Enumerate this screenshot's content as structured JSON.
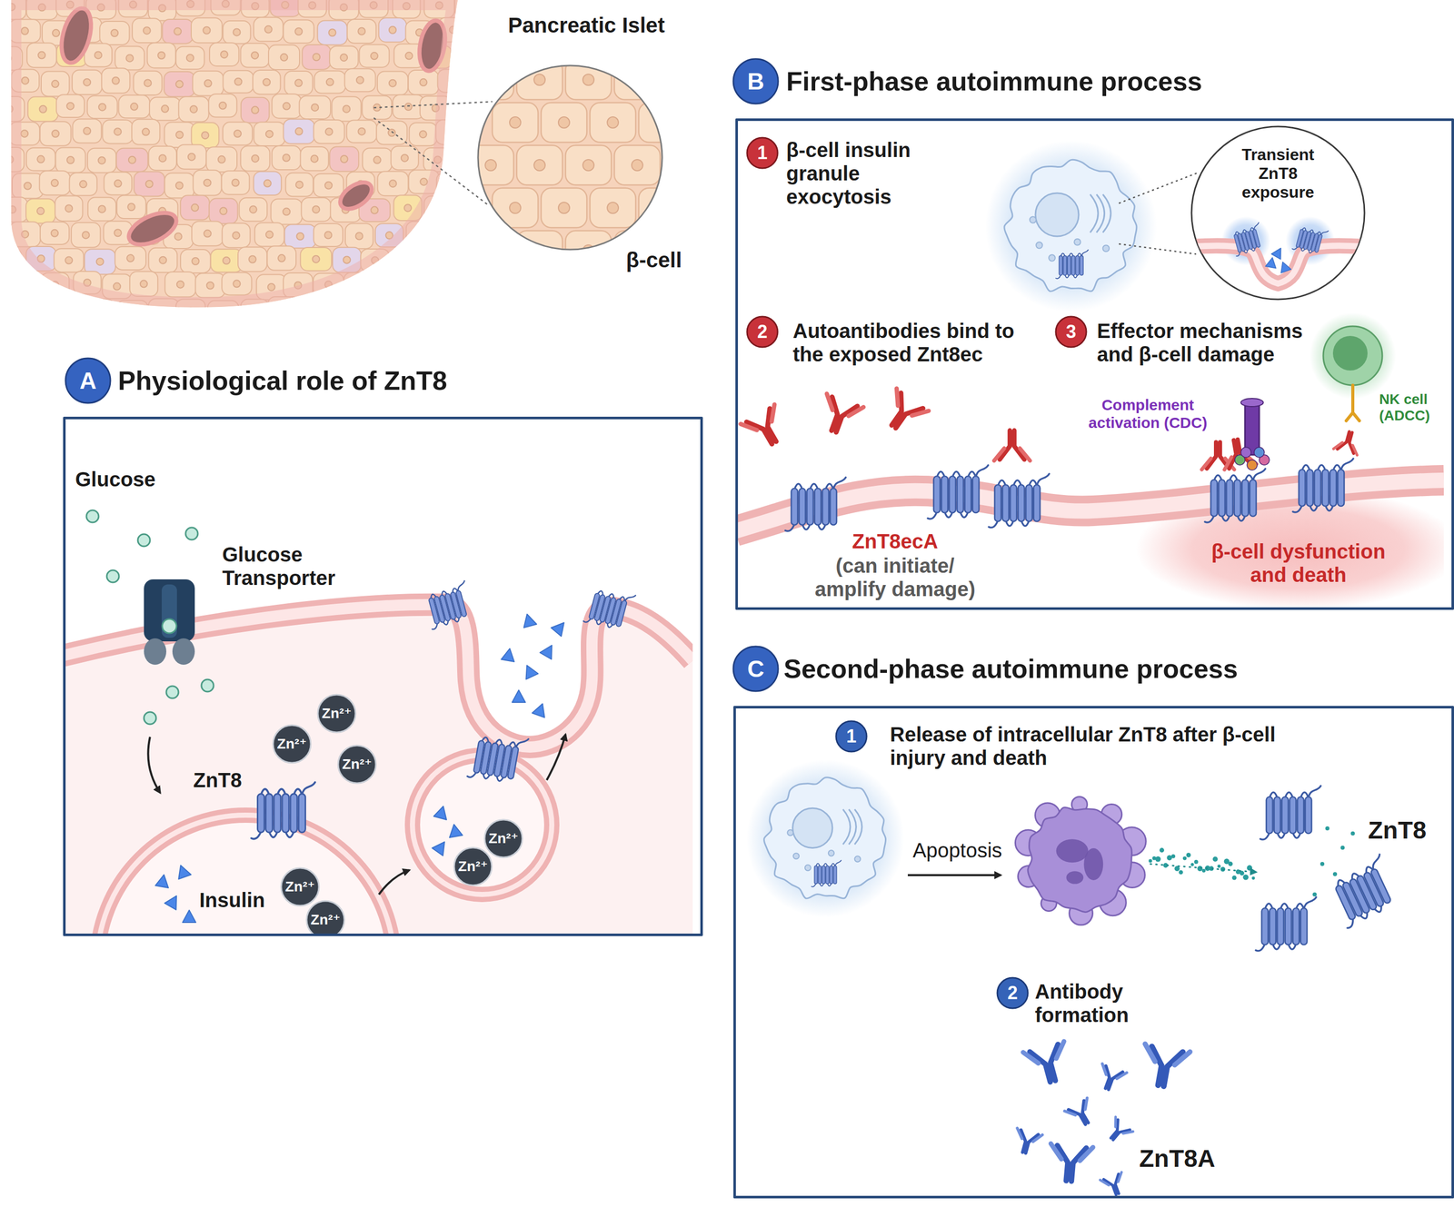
{
  "diagram": {
    "nodes": [
      {
        "text": [
          "Physiological role of ZnT8"
        ]
      },
      {
        "text": [
          "First-phase autoimmune process"
        ]
      },
      {
        "text": [
          "Second-phase autoimmune process"
        ]
      },
      {
        "text": [
          "Transient ZnT8 exposure"
        ],
        "in": 1
      }
    ],
    "labels": [
      "Pancreatic Islet",
      "β-cell",
      "A",
      "Glucose",
      "Glucose Transporter",
      "Zn²⁺",
      "Zn²⁺",
      "Zn²⁺",
      "ZnT8",
      "Insulin",
      "Zn²⁺",
      "Zn²⁺",
      "Zn²⁺",
      "Zn²⁺",
      "B",
      "1",
      "β-cell insulin granule exocytosis",
      "2",
      "Autoantibodies bind to the exposed Znt8ec",
      "3",
      "Effector mechanisms and β-cell damage",
      "Complement activation (CDC)",
      "NK cell (ADCC)",
      "ZnT8ecA",
      "(can initiate/ amplify damage)",
      "β-cell dysfunction and death",
      "C",
      "1",
      "Release of intracellular ZnT8 after β-cell injury and death",
      "Apoptosis",
      "ZnT8",
      "2",
      "Antibody formation",
      "ZnT8A"
    ]
  }
}
